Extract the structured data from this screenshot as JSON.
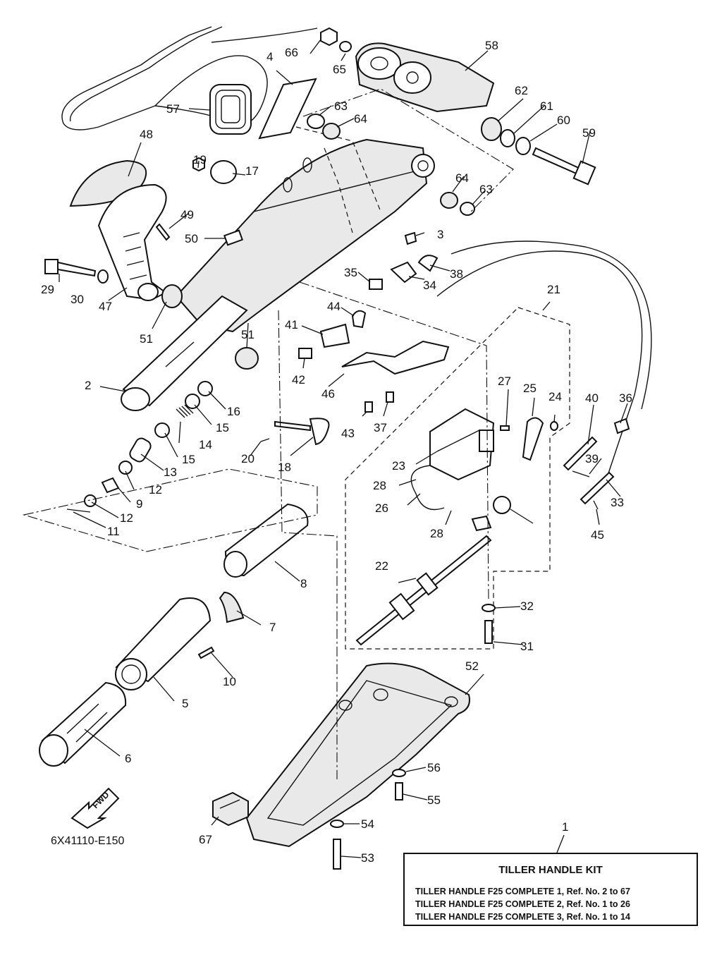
{
  "drawing_code": "6X41110-E150",
  "fwd_label": "FWD",
  "kit": {
    "title": "TILLER HANDLE KIT",
    "lines": [
      "TILLER HANDLE F25 COMPLETE 1,  Ref.  No.  2  to  67",
      "TILLER HANDLE F25 COMPLETE 2,  Ref.  No.  1  to  26",
      "TILLER HANDLE F25 COMPLETE 3,  Ref.  No.  1  to  14"
    ]
  },
  "callouts": [
    "1",
    "2",
    "3",
    "4",
    "5",
    "6",
    "7",
    "8",
    "9",
    "10",
    "11",
    "12",
    "12",
    "13",
    "14",
    "15",
    "15",
    "16",
    "17",
    "18",
    "19",
    "20",
    "21",
    "22",
    "23",
    "24",
    "25",
    "26",
    "27",
    "28",
    "28",
    "29",
    "30",
    "31",
    "32",
    "33",
    "34",
    "35",
    "36",
    "37",
    "38",
    "39",
    "40",
    "41",
    "42",
    "43",
    "44",
    "45",
    "46",
    "47",
    "48",
    "49",
    "50",
    "51",
    "51",
    "52",
    "53",
    "54",
    "55",
    "56",
    "57",
    "58",
    "59",
    "60",
    "61",
    "62",
    "63",
    "63",
    "64",
    "64",
    "65",
    "66",
    "67"
  ]
}
